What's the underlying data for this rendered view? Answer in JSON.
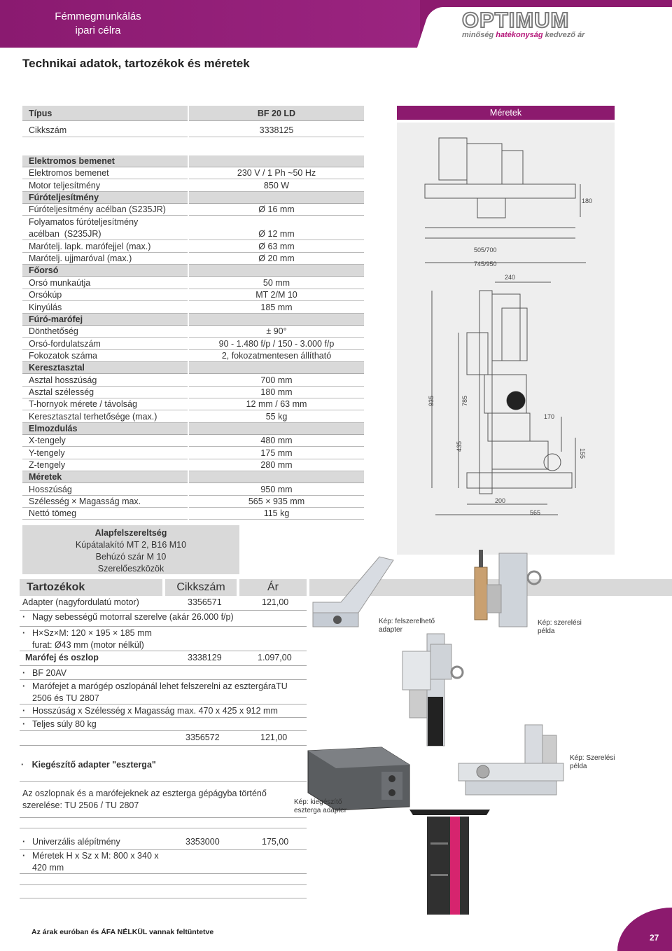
{
  "header": {
    "line1": "Fémmegmunkálás",
    "line2": "ipari célra",
    "logo_word": "OPTIMUM",
    "logo_tag_1": "minőség ",
    "logo_tag_2": "hatékonyság",
    "logo_tag_3": " kedvező ár"
  },
  "page_title": "Technikai adatok, tartozékok és méretek",
  "spec": {
    "head1_label": "Típus",
    "head1_value": "BF 20 LD",
    "article_label": "Cikkszám",
    "article_value": "3338125",
    "rows": [
      {
        "label": "Elektromos bemenet",
        "value": "",
        "head": true
      },
      {
        "label": "Elektromos bemenet",
        "value": "230 V / 1 Ph ~50 Hz"
      },
      {
        "label": "Motor teljesítmény",
        "value": "850 W"
      },
      {
        "label": "Fúróteljesítmény",
        "value": "",
        "head": true
      },
      {
        "label": "Fúróteljesítmény acélban (S235JR)",
        "value": "Ø 16 mm"
      },
      {
        "label": "Folyamatos fúróteljesítmény acélban  (S235JR)",
        "value": "Ø 12 mm",
        "tall": true
      },
      {
        "label": "Marótelj. lapk. marófejjel (max.)",
        "value": "Ø 63 mm"
      },
      {
        "label": "Marótelj. ujjmaróval (max.)",
        "value": "Ø 20 mm"
      },
      {
        "label": "Főorsó",
        "value": "",
        "head": true
      },
      {
        "label": "Orsó munkaútja",
        "value": "50 mm"
      },
      {
        "label": "Orsókúp",
        "value": "MT 2/M 10"
      },
      {
        "label": "Kinyúlás",
        "value": "185 mm"
      },
      {
        "label": "Fúró-marófej",
        "value": "",
        "head": true
      },
      {
        "label": "Dönthetőség",
        "value": "± 90°"
      },
      {
        "label": "Orsó-fordulatszám",
        "value": "90 - 1.480 f/p / 150 - 3.000 f/p"
      },
      {
        "label": "Fokozatok száma",
        "value": "2, fokozatmentesen állítható"
      },
      {
        "label": "Keresztasztal",
        "value": "",
        "head": true
      },
      {
        "label": "Asztal hosszúság",
        "value": "700 mm"
      },
      {
        "label": "Asztal szélesség",
        "value": "180 mm"
      },
      {
        "label": "T-hornyok mérete / távolság",
        "value": "12 mm / 63 mm"
      },
      {
        "label": "Keresztasztal terhetősége (max.)",
        "value": "55 kg"
      },
      {
        "label": "Elmozdulás",
        "value": "",
        "head": true
      },
      {
        "label": "X-tengely",
        "value": "480 mm"
      },
      {
        "label": "Y-tengely",
        "value": "175 mm"
      },
      {
        "label": "Z-tengely",
        "value": "280 mm"
      },
      {
        "label": "Méretek",
        "value": "",
        "head": true
      },
      {
        "label": "Hosszúság",
        "value": "950 mm"
      },
      {
        "label": "Szélesség × Magasság max.",
        "value": "565 × 935 mm"
      },
      {
        "label": "Nettó tömeg",
        "value": "115 kg"
      }
    ]
  },
  "drawing": {
    "title": "Méretek",
    "dims": [
      "180",
      "505/700",
      "745/950",
      "240",
      "935",
      "785",
      "170",
      "435",
      "155",
      "200",
      "565"
    ]
  },
  "standard": {
    "title": "Alapfelszereltség",
    "items": [
      "Kúpátalakító MT 2, B16 M10",
      "Behúzó szár M 10",
      "Szerelőeszközök"
    ]
  },
  "accessories": {
    "col_name": "Tartozékok",
    "col_article": "Cikkszám",
    "col_price": "Ár",
    "adapter": {
      "name": "Adapter (nagyfordulatú motor)",
      "article": "3356571",
      "price": "121,00"
    },
    "adapter_b1": "Nagy sebességű motorral szerelve (akár 26.000 f/p)",
    "adapter_b2a": "H×Sz×M: 120 × 195 × 185 mm",
    "adapter_b2b": "furat: Ø43 mm (motor nélkül)",
    "head_col": {
      "name": "Marófej és oszlop",
      "article": "3338129",
      "price": "1.097,00"
    },
    "hc_b1": "BF 20AV",
    "hc_b2a": "Marófejet a marógép oszlopánál lehet felszerelni az esztergáraTU",
    "hc_b2b": "2506 és TU 2807",
    "hc_b3": "Hosszúság x Szélesség x Magasság max. 470 x 425 x 912 mm",
    "hc_b4": "Teljes súly 80 kg",
    "lathe_article": "3356572",
    "lathe_price": "121,00",
    "lathe_name": "Kiegészítő adapter \"eszterga\"",
    "lathe_desc1": "Az oszlopnak és a marófejeknek az eszterga gépágyba történő",
    "lathe_desc2": "szerelése: TU 2506 / TU 2807",
    "stand_name": "Univerzális alépítmény",
    "stand_article": "3353000",
    "stand_price": "175,00",
    "stand_b1a": "Méretek H x Sz x M: 800 x 340 x",
    "stand_b1b": "420 mm"
  },
  "captions": {
    "c1a": "Kép: felszerelhető",
    "c1b": "adapter",
    "c2a": "Kép: szerelési",
    "c2b": "példa",
    "c3a": "Kép: Szerelési",
    "c3b": "példa",
    "c4a": "Kép: kiegészítő",
    "c4b": "eszterga adapter"
  },
  "footer": {
    "note": "Az árak euróban és ÁFA NÉLKÜL vannak feltüntetve",
    "page": "27"
  },
  "colors": {
    "brand": "#8c1a6e",
    "table_head": "#d9d9d9",
    "stand_accent": "#d6246e"
  }
}
